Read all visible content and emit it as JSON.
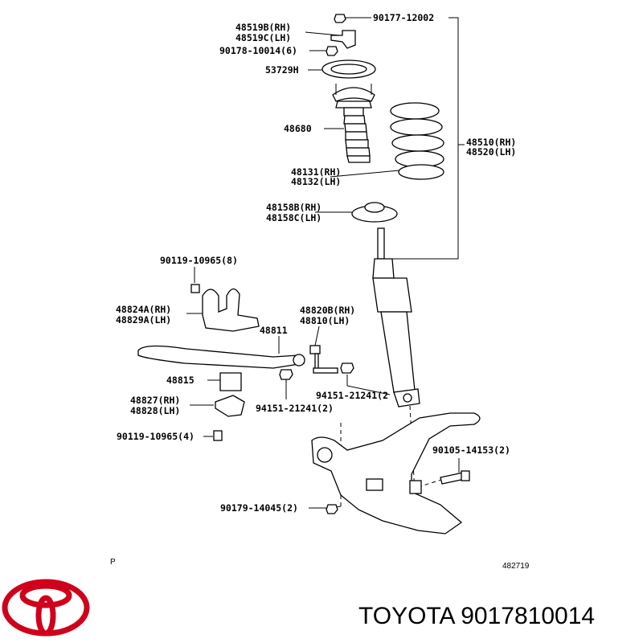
{
  "parts": {
    "p90177": "90177-12002",
    "p48519b": "48519B(RH)",
    "p48519c": "48519C(LH)",
    "p90178": "90178-10014(6)",
    "p53729": "53729H",
    "p48680": "48680",
    "p48510": "48510(RH)",
    "p48520": "48520(LH)",
    "p48131": "48131(RH)",
    "p48132": "48132(LH)",
    "p48158b": "48158B(RH)",
    "p48158c": "48158C(LH)",
    "p90119a": "90119-10965(8)",
    "p48824a": "48824A(RH)",
    "p48829a": "48829A(LH)",
    "p48820b": "48820B(RH)",
    "p48810": "48810(LH)",
    "p48811": "48811",
    "p48815": "48815",
    "p94151a": "94151-21241(2",
    "p48827": "48827(RH)",
    "p48828": "48828(LH)",
    "p94151b": "94151-21241(2)",
    "p90119b": "90119-10965(4)",
    "p90105": "90105-14153(2)",
    "p90179": "90179-14045(2)"
  },
  "marker_p": "P",
  "diagram_id": "482719",
  "footer": {
    "brand_text": "TOYOTA 9017810014",
    "logo_icon": "toyota-logo-icon",
    "logo_color": "#d0021b"
  }
}
